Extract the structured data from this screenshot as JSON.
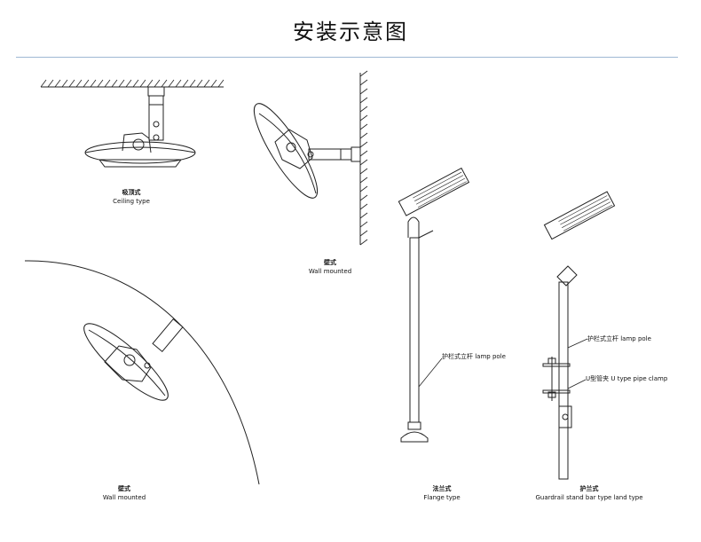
{
  "title": "安装示意图",
  "views": {
    "ceiling": {
      "cn": "吸顶式",
      "en": "Ceiling type"
    },
    "wall_top": {
      "cn": "壁式",
      "en": "Wall mounted"
    },
    "wall_big": {
      "cn": "壁式",
      "en": "Wall mounted"
    },
    "flange": {
      "cn": "法兰式",
      "en": "Flange type",
      "callout": "护栏式立杆 lamp pole"
    },
    "guardrail": {
      "cn": "护兰式",
      "en": "Guardrail stand bar type land type",
      "callout_pole": "护栏式立杆 lamp pole",
      "callout_clamp": "U型管夹 U type pipe clamp"
    }
  }
}
